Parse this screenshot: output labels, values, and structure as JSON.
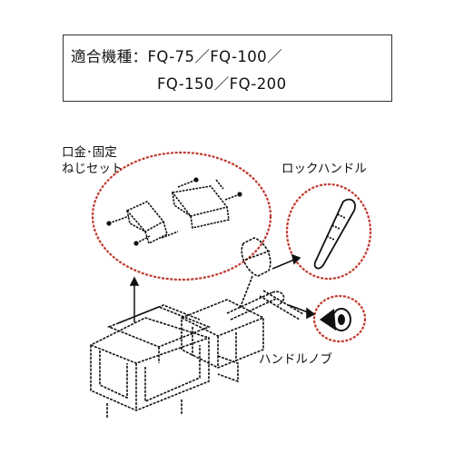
{
  "spec_box": {
    "line1": "適合機種：FQ-75／FQ-100／",
    "line2": "FQ-150／FQ-200"
  },
  "labels": {
    "jaw_screw_set_line1": "口金･固定",
    "jaw_screw_set_line2": "ねじセット",
    "lock_handle": "ロックハンドル",
    "handle_knob": "ハンドルノブ"
  },
  "colors": {
    "circle": "#c0392b",
    "ink": "#111111"
  }
}
